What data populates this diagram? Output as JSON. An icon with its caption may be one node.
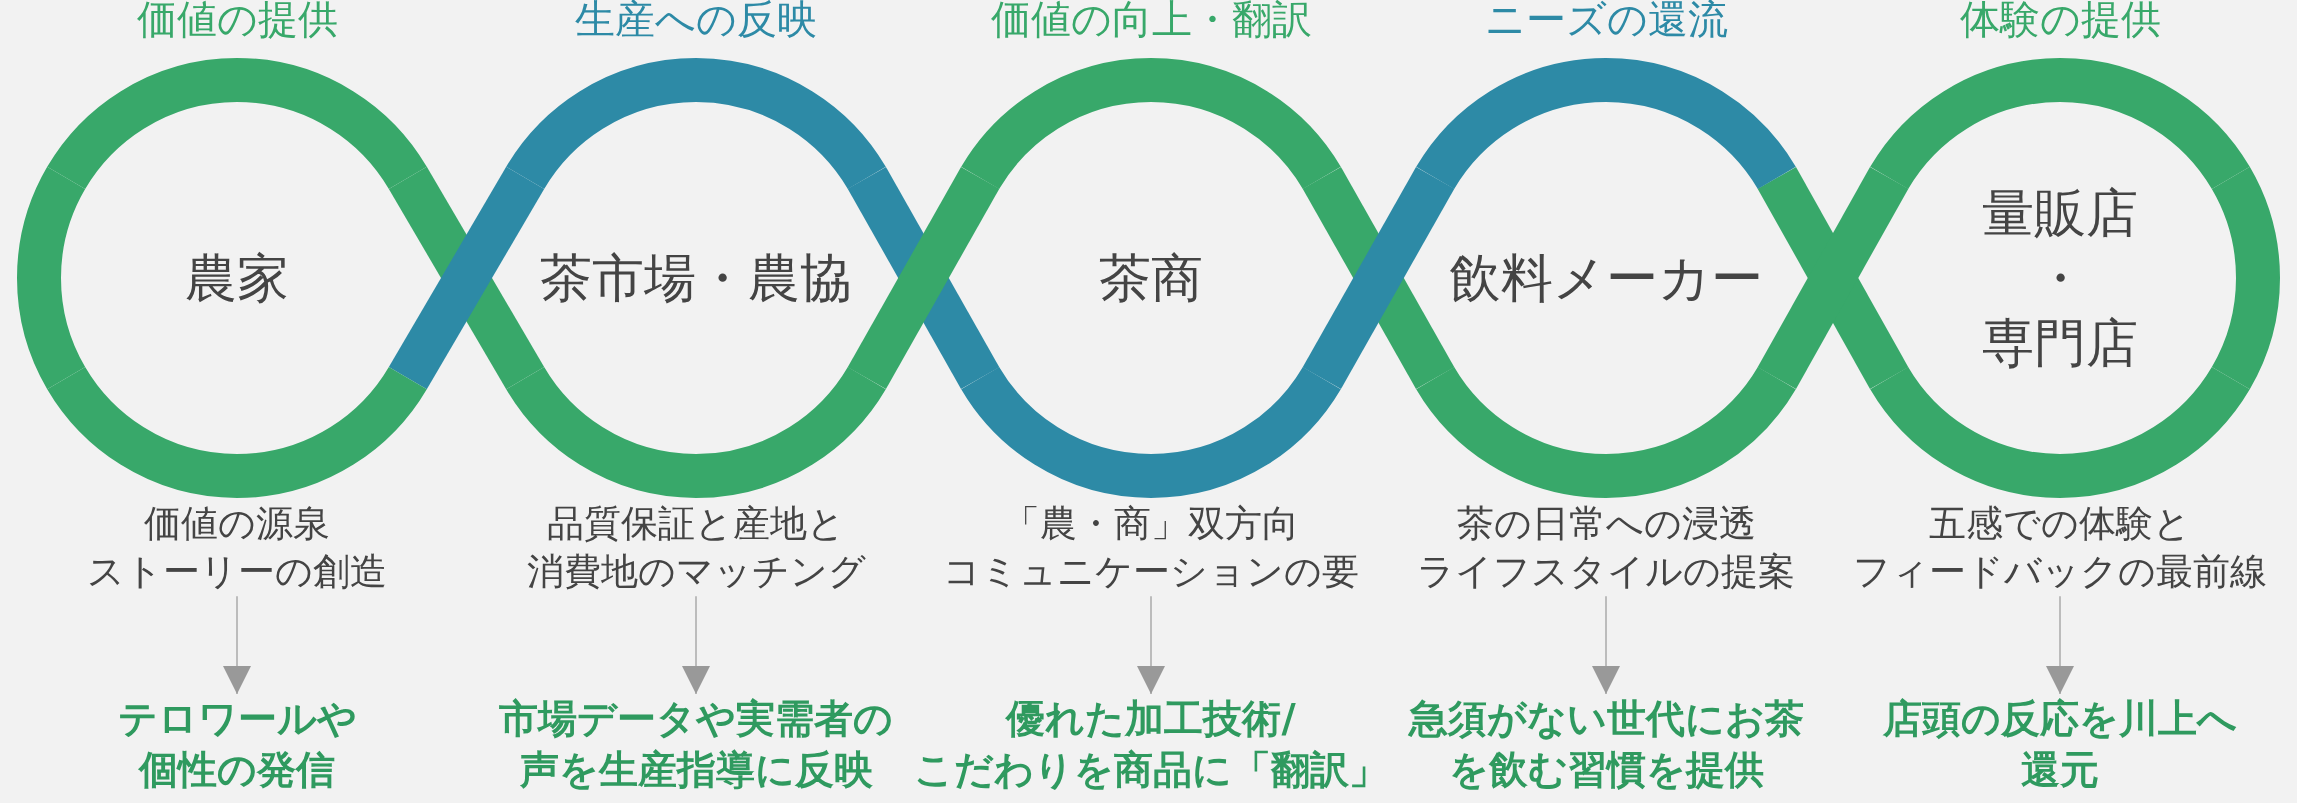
{
  "diagram": {
    "nodes": [
      {
        "text": [
          "農家"
        ],
        "beside": [
          "価値の提供"
        ]
      },
      {
        "text": [
          "茶市場・農協"
        ],
        "beside": [
          "生産への反映"
        ]
      },
      {
        "text": [
          "茶商"
        ],
        "beside": [
          "価値の向上・翻訳"
        ]
      },
      {
        "text": [
          "飲料メーカー"
        ],
        "beside": [
          "ニーズの還流"
        ]
      },
      {
        "text": [
          "量販店・専門店"
        ],
        "beside": [
          "体験の提供"
        ]
      },
      {
        "text": [
          "価値の源泉ストーリーの創造"
        ]
      },
      {
        "text": [
          "品質保証と産地と消費地のマッチング"
        ]
      },
      {
        "text": [
          "「農・商」双方向コミュニケーションの要"
        ]
      },
      {
        "text": [
          "茶の日常への浸透ライフスタイルの提案"
        ]
      },
      {
        "text": [
          "五感での体験とフィードバックの最前線"
        ]
      },
      {
        "text": [
          "テロワールや個性の発信"
        ]
      },
      {
        "text": [
          "市場データや実需者の声を生産指導に反映"
        ]
      },
      {
        "text": [
          "優れた加工技術/こだわりを商品に「翻訳」"
        ]
      },
      {
        "text": [
          "急須がない世代にお茶を飲む習慣を提供"
        ]
      },
      {
        "text": [
          "店頭の反応を川上へ還元"
        ]
      }
    ],
    "edges": [
      {
        "from": 5,
        "to": 10,
        "arrow": "to"
      },
      {
        "from": 6,
        "to": 11,
        "arrow": "to"
      },
      {
        "from": 7,
        "to": 12,
        "arrow": "to"
      },
      {
        "from": 8,
        "to": 13,
        "arrow": "to"
      },
      {
        "from": 9,
        "to": 14,
        "arrow": "to"
      }
    ]
  }
}
